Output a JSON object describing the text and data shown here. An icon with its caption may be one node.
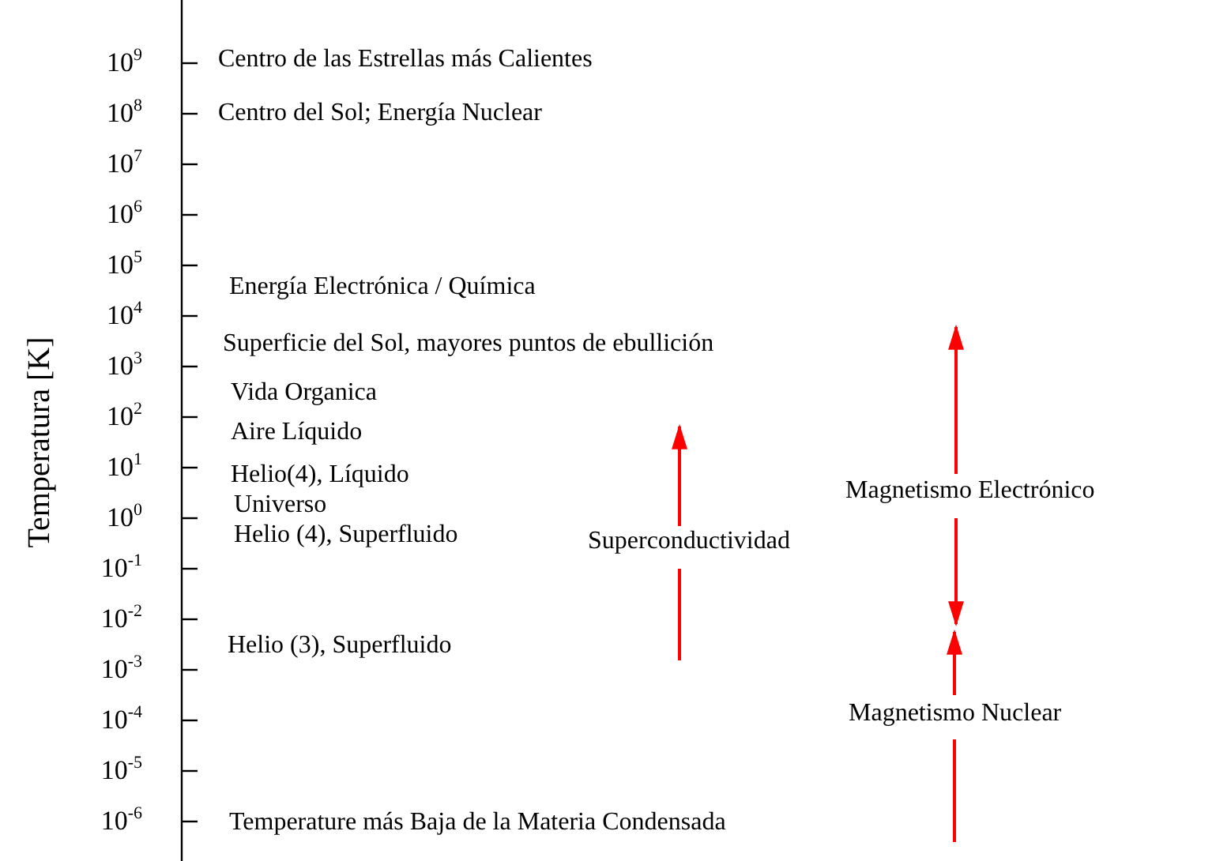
{
  "diagram": {
    "labels": [
      "Temperatura [K]",
      "10$^{9}$",
      "10$^{8}$",
      "10$^{7}$",
      "10$^{6}$",
      "10$^{5}$",
      "10$^{4}$",
      "10$^{3}$",
      "10$^{2}$",
      "10$^{1}$",
      "10$^{0}$",
      "10$^{-1}$",
      "10$^{-2}$",
      "10$^{-3}$",
      "10$^{-4}$",
      "10$^{-5}$",
      "10$^{-6}$",
      "Centro de las Estrellas más Calientes",
      "Centro del Sol; Energía Nuclear",
      "Energía Electrónica / Química",
      "Superficie del Sol, mayores puntos de ebullición",
      "Vida Organica",
      "Aire Líquido",
      "Helio(4), Líquido",
      "Universo",
      "Helio (4), Superfluido",
      "Helio (3), Superfluido",
      "Temperature más Baja de la Materia Condensada",
      "Superconductividad",
      "Magnetismo Electrónico",
      "Magnetismo Nuclear"
    ]
  }
}
